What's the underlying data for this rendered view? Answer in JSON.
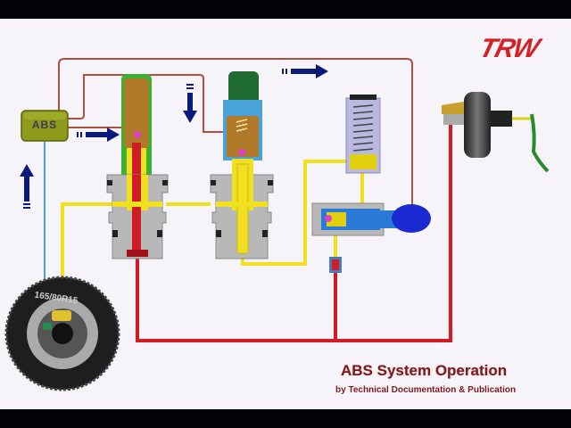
{
  "branding": {
    "logo_text": "TRW",
    "logo_color": "#d42027"
  },
  "caption": {
    "title": "ABS System Operation",
    "subtitle": "by Technical Documentation & Publication",
    "text_color": "#7a1c1e"
  },
  "components": {
    "ecu": {
      "label": "ABS",
      "color": "#8e9a1c"
    },
    "wheel": {
      "tire_text": "165/80R15"
    },
    "inlet_valve": {
      "name": "solenoid inlet valve",
      "state": "energized"
    },
    "outlet_valve": {
      "name": "solenoid outlet valve"
    },
    "accumulator": {
      "name": "low pressure accumulator"
    },
    "pump": {
      "name": "return pump with motor"
    },
    "master_cylinder": {
      "name": "brake booster / master cylinder with pedal"
    }
  },
  "lines": {
    "wheel_speed_sensor": "#4aa3d8",
    "control_wiring": "#b05040",
    "low_pressure_fluid": "#f0e020",
    "high_pressure_fluid": "#d01c24"
  },
  "flow_arrows": [
    {
      "id": "arrow-up-sensor",
      "direction": "up"
    },
    {
      "id": "arrow-right-ecu",
      "direction": "right"
    },
    {
      "id": "arrow-down-valve",
      "direction": "down"
    },
    {
      "id": "arrow-right-top",
      "direction": "right"
    }
  ]
}
